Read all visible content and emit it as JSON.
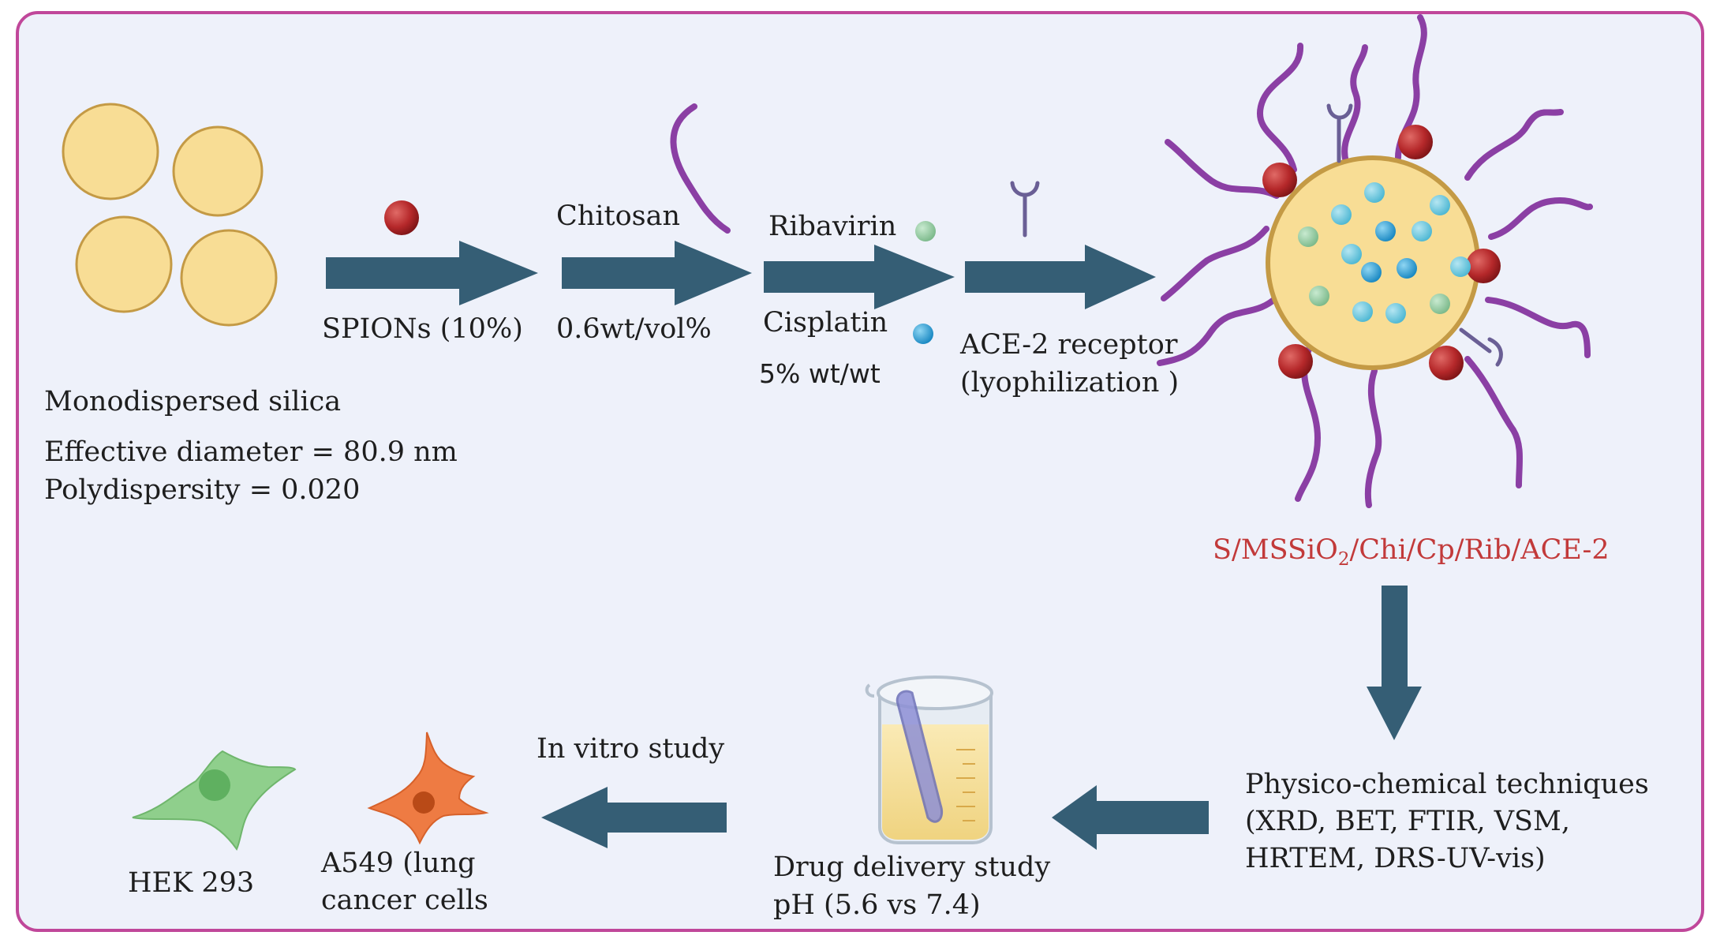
{
  "labels": {
    "spions": "SPIONs (10%)",
    "chitosan": "Chitosan",
    "chitosan_conc": "0.6wt/vol%",
    "ribavirin": "Ribavirin",
    "cisplatin": "Cisplatin",
    "drug_conc": "5% wt/wt",
    "ace2_line1": "ACE-2 receptor",
    "ace2_line2": "(lyophilization )",
    "silica_title": "Monodispersed silica",
    "silica_diameter": "Effective diameter = 80.9 nm",
    "silica_pdi": "Polydispersity = 0.020",
    "product_prefix": "S/MSSiO",
    "product_subscript": "2",
    "product_suffix": "/Chi/Cp/Rib/ACE-2",
    "physico_line1": "Physico-chemical techniques",
    "physico_line2": "(XRD, BET, FTIR, VSM,",
    "physico_line3": "HRTEM, DRS-UV-vis)",
    "drug_line1": "Drug delivery study",
    "drug_line2": "pH (5.6 vs 7.4)",
    "invitro": "In vitro study",
    "a549_line1": "A549 (lung",
    "a549_line2": "cancer cells",
    "hek": "HEK 293"
  },
  "colors": {
    "frame": "#c0479a",
    "background": "#eef1fa",
    "arrow": "#355e75",
    "silica_fill": "#f8dd95",
    "silica_stroke": "#c49a45",
    "spion": "#b5282a",
    "chitosan": "#8b3fa4",
    "ribavirin": "#8dc59a",
    "cisplatin": "#2aa0d6",
    "receptor": "#6a5f95",
    "product_text": "#c23a3a",
    "hek_cell": "#79c47b",
    "a549_cell": "#e96c3a"
  }
}
